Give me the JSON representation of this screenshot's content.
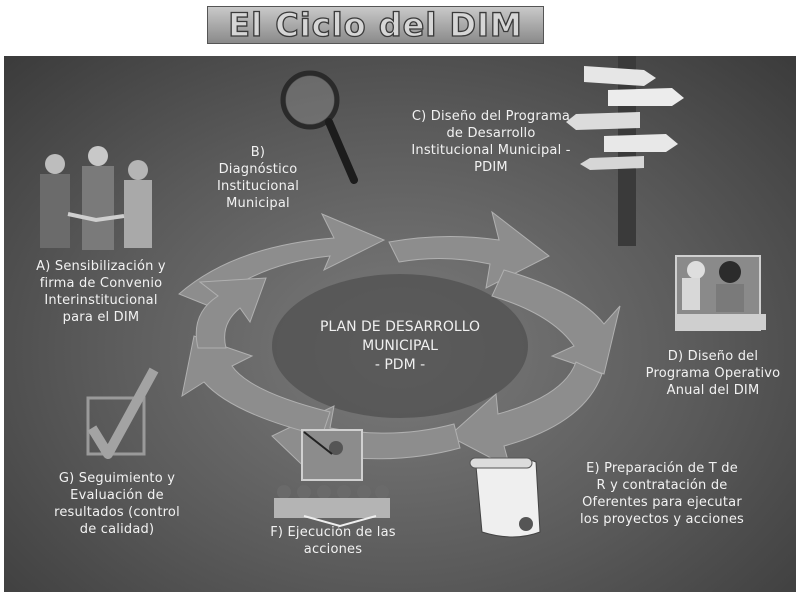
{
  "title": "El Ciclo del DIM",
  "center": "PLAN DE DESARROLLO\nMUNICIPAL\n- PDM -",
  "steps": [
    {
      "id": "A",
      "text": "A)  Sensibilización y\nfirma de Convenio\nInterinstitucional\npara el DIM"
    },
    {
      "id": "B",
      "text": "B)\nDiagnóstico\nInstitucional\nMunicipal"
    },
    {
      "id": "C",
      "text": "C)  Diseño del Programa\nde Desarrollo\nInstitucional Municipal -\nPDIM"
    },
    {
      "id": "D",
      "text": "D)  Diseño del\nPrograma Operativo\nAnual del DIM"
    },
    {
      "id": "E",
      "text": "E)  Preparación de T de\nR  y contratación de\nOferentes para ejecutar\nlos proyectos y acciones"
    },
    {
      "id": "F",
      "text": "F)  Ejecución de las\nacciones"
    },
    {
      "id": "G",
      "text": "G)  Seguimiento y\nEvaluación de\nresultados  (control\nde calidad)"
    }
  ],
  "icons": [
    "people-handshake-icon",
    "magnifying-glass-icon",
    "signpost-icon",
    "person-at-desk-icon",
    "scroll-certificate-icon",
    "presentation-audience-icon",
    "checkmark-icon"
  ],
  "colors": {
    "background": "#5e5e5e",
    "arrows": "#8c8c8c",
    "text": "#f2f2f2"
  }
}
